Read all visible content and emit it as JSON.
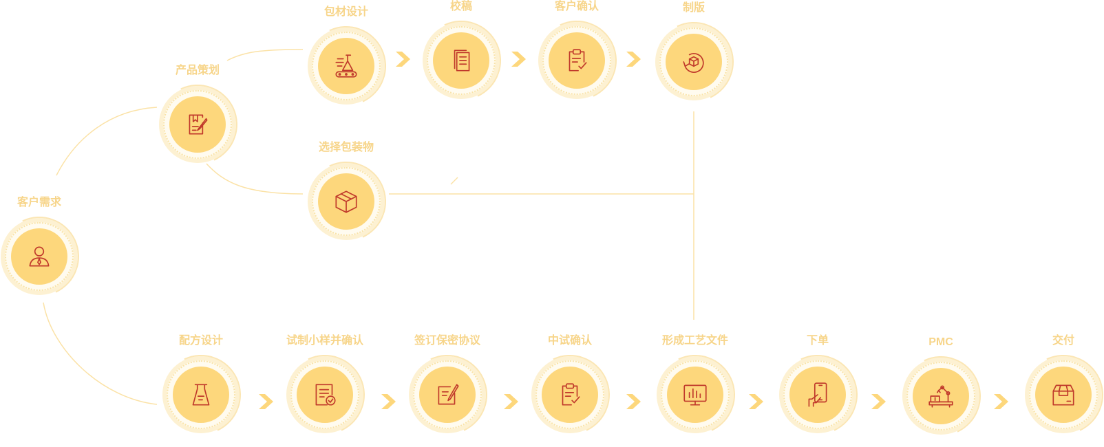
{
  "colors": {
    "accent": "#fdd77c",
    "ring": "#fdf1d2",
    "label": "#f7d58a",
    "icon": "#c0392b",
    "line": "#fbe2a6"
  },
  "nodes": {
    "customer_demand": {
      "label": "客户需求",
      "icon": "person-tie-icon"
    },
    "product_planning": {
      "label": "产品策划",
      "icon": "document-edit-icon"
    },
    "packaging_design": {
      "label": "包材设计",
      "icon": "flask-conveyor-icon"
    },
    "proofreading": {
      "label": "校稿",
      "icon": "pages-icon"
    },
    "customer_confirm": {
      "label": "客户确认",
      "icon": "clipboard-check-icon"
    },
    "plate_making": {
      "label": "制版",
      "icon": "cube-rotate-icon"
    },
    "choose_packaging": {
      "label": "选择包装物",
      "icon": "box-icon"
    },
    "formula_design": {
      "label": "配方设计",
      "icon": "beaker-icon"
    },
    "trial_sample": {
      "label": "试制小样并确认",
      "icon": "document-check-icon"
    },
    "confidentiality": {
      "label": "签订保密协议",
      "icon": "note-pen-icon"
    },
    "pilot_confirm": {
      "label": "中试确认",
      "icon": "clipboard-check-icon"
    },
    "process_docs": {
      "label": "形成工艺文件",
      "icon": "monitor-chart-icon"
    },
    "place_order": {
      "label": "下单",
      "icon": "phone-hand-icon"
    },
    "pmc": {
      "label": "PMC",
      "icon": "robot-arm-icon"
    },
    "delivery": {
      "label": "交付",
      "icon": "package-icon"
    }
  }
}
